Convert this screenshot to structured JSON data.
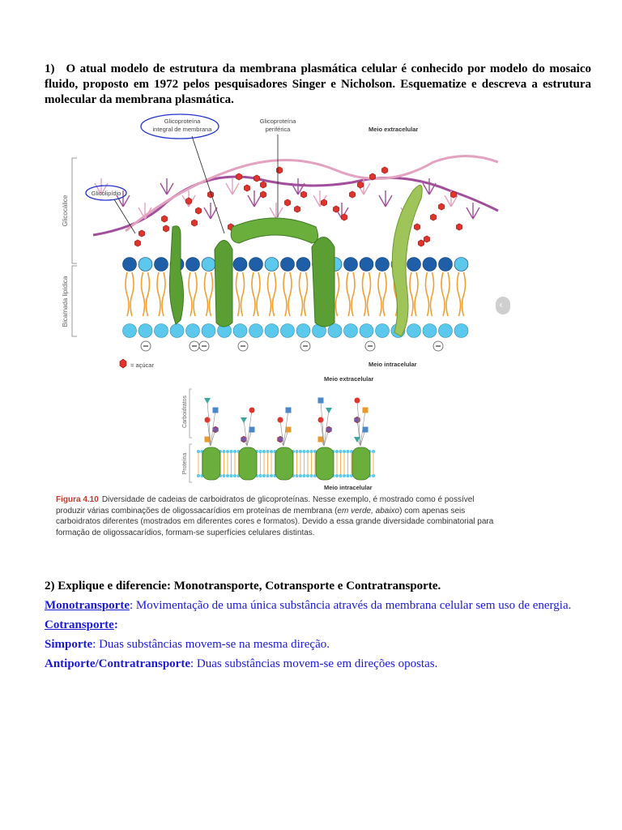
{
  "question1": {
    "number": "1)",
    "text": "O atual modelo de estrutura da membrana plasmática celular é conhecido por modelo do mosaico fluido, proposto em 1972 pelos pesquisadores Singer e Nicholson. Esquematize e descreva a estrutura molecular da membrana plasmática."
  },
  "figure": {
    "top_labels": {
      "integral": [
        "Glicoproteína",
        "integral de membrana"
      ],
      "peripheral": [
        "Glicoproteína",
        "periférica"
      ],
      "extracellular": "Meio extracelular",
      "intracellular": "Meio intracelular",
      "glycolipid": "Glicolipídio",
      "glycocalyx": "Glicocálice",
      "bilayer": "Bicamada lipídica",
      "sugar_legend": "= açúcar"
    },
    "bottom_labels": {
      "extracellular": "Meio extracelular",
      "intracellular": "Meio intracelular",
      "carbohydrates": "Carboidratos",
      "proteins": "Proteína"
    },
    "caption": {
      "label": "Figura 4.10",
      "part1": "Diversidade de cadeias de carboidratos de glicoproteínas. Nesse exemplo, é mostrado como é possível produzir várias combinações de oligossacarídios em proteínas de membrana (",
      "italic": "em verde, abaixo",
      "part2": ") com apenas seis carboidratos diferentes (mostrados em diferentes cores e formatos). Devido a essa grande diversidade combinatorial para formação de oligossacarídios, formam-se superfícies celulares distintas."
    },
    "colors": {
      "head_dark": "#1f5fa8",
      "head_light": "#5bc8ec",
      "tail": "#f0a030",
      "protein": "#5b9e34",
      "sugar": "#e0332b",
      "chain": "#a14f9c",
      "chain_light": "#e3a2bf",
      "highlight": "#2233cc"
    }
  },
  "question2": {
    "title": "2) Explique e diferencie: Monotransporte, Cotransporte e Contratransporte.",
    "items": [
      {
        "term": "Monotransporte",
        "underline": true,
        "text": ": Movimentação de uma única substância através da membrana celular sem uso de energia."
      },
      {
        "term": "Cotransporte",
        "underline": true,
        "text": ":"
      },
      {
        "term": "Simporte",
        "underline": false,
        "text": ": Duas substâncias movem-se na mesma direção."
      },
      {
        "term": "Antiporte/Contratransporte",
        "underline": false,
        "text": ": Duas substâncias movem-se em direções opostas."
      }
    ]
  }
}
